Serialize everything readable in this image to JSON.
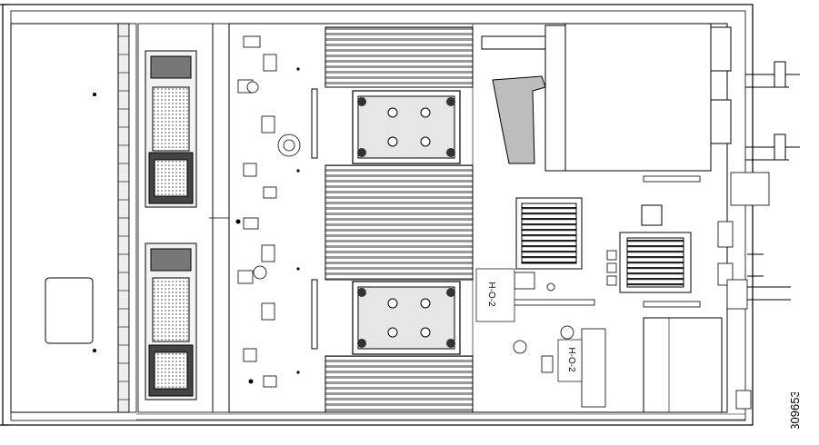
{
  "figure": {
    "number": "309653",
    "labels": {
      "fan_tray_upper": "H-O-2",
      "fan_tray_lower": "H-O-2"
    }
  },
  "colors": {
    "line": "#000000",
    "chassis_fill": "#ffffff",
    "shade_light": "#e6e6e6",
    "shade_mid": "#bdbdbd",
    "shade_dark": "#7d7d7d",
    "dimm": "#9a9a9a"
  },
  "parts": {
    "drive_bay": "drive-bay-front",
    "fan_modules": [
      "fan-module-1",
      "fan-module-2"
    ],
    "cpu_count": 2,
    "dimm_banks": 3,
    "riser": "pcie-riser",
    "psu": "power-supply-rear",
    "heatsinks": 2
  }
}
